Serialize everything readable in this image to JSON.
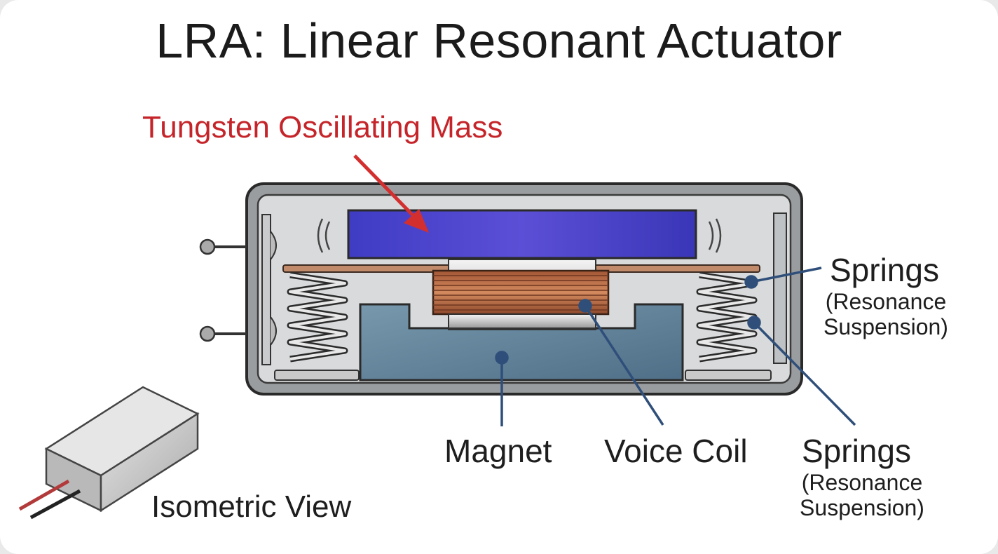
{
  "title": "LRA: Linear Resonant Actuator",
  "labels": {
    "mass": "Tungsten Oscillating Mass",
    "springs_right_top": "Springs",
    "springs_right_top_sub1": "(Resonance",
    "springs_right_top_sub2": "Suspension)",
    "magnet": "Magnet",
    "voice_coil": "Voice Coil",
    "springs_bottom": "Springs",
    "springs_bottom_sub1": "(Resonance",
    "springs_bottom_sub2": "Suspension)",
    "isometric": "Isometric View"
  },
  "colors": {
    "title": "#1b1b1b",
    "mass_label": "#c5252a",
    "arrow": "#d32f2f",
    "mass": "#4a3ec8",
    "coil": "#b5673f",
    "magnet": "#5e7f98",
    "leader_lines": "#2f4f7a",
    "housing": "#cfd2d4"
  }
}
